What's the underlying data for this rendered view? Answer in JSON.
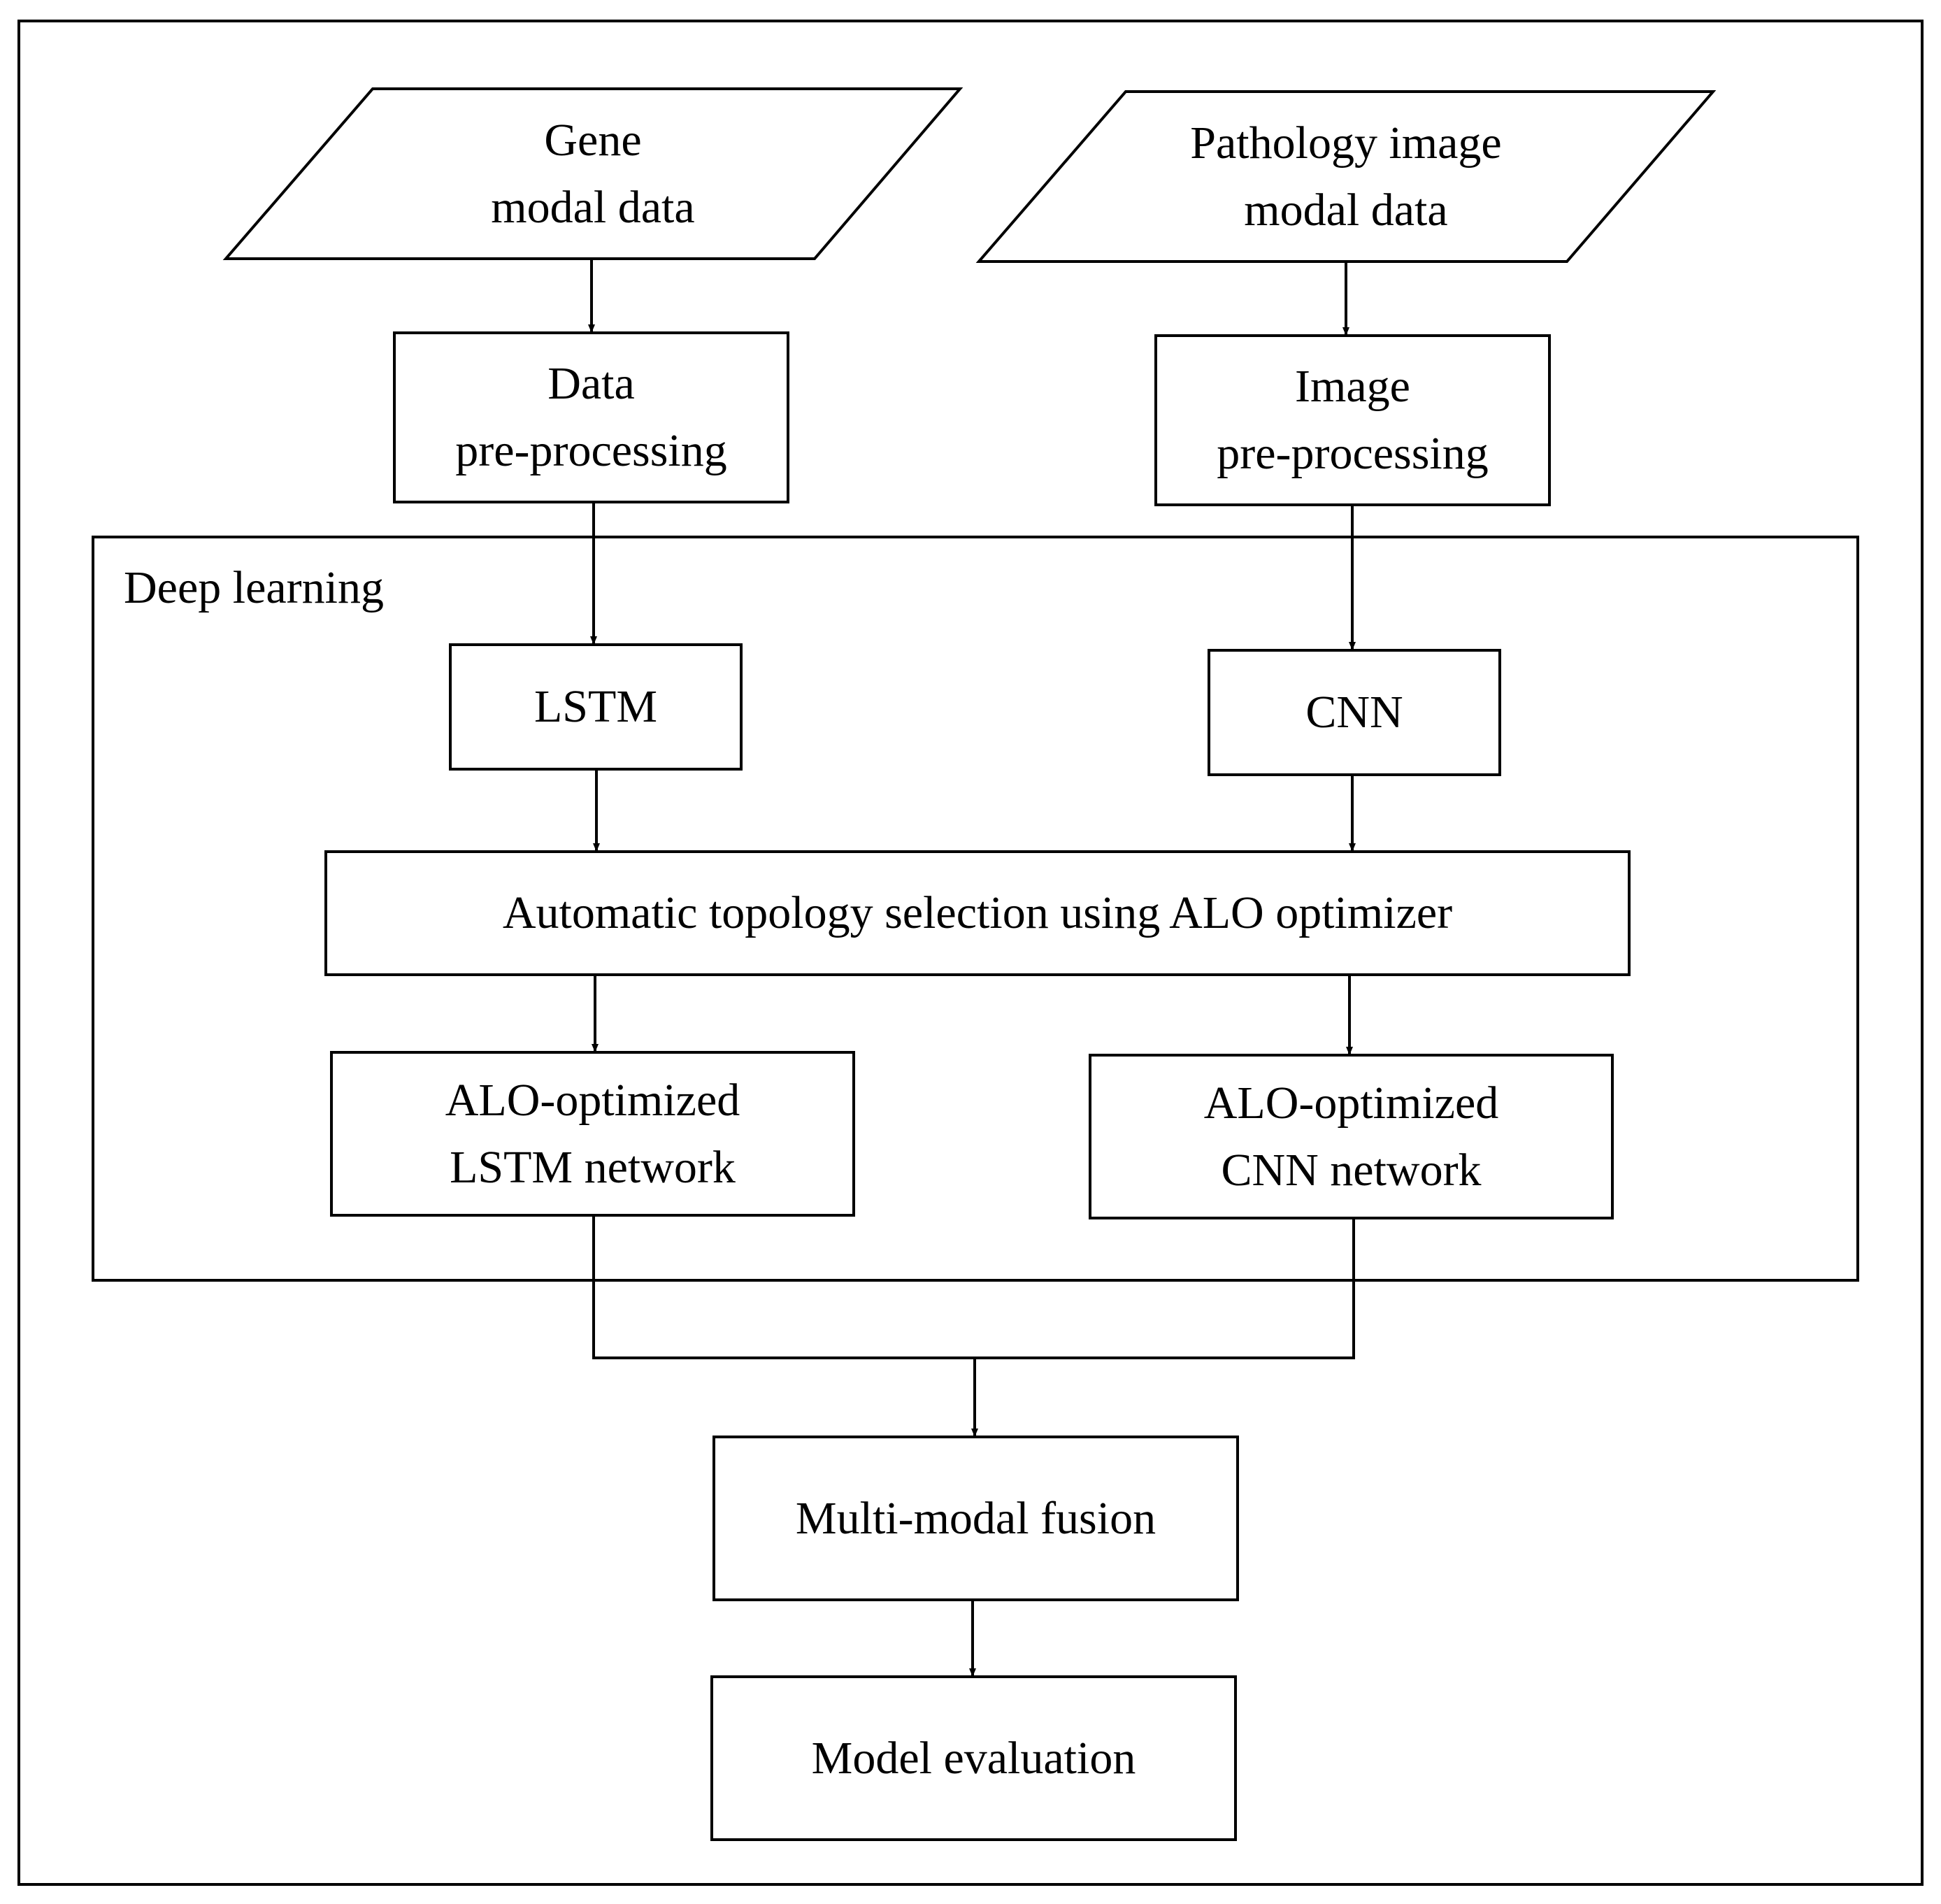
{
  "nodes": {
    "gene_input": {
      "line1": "Gene",
      "line2": "modal data"
    },
    "pathology_input": {
      "line1": "Pathology image",
      "line2": "modal data"
    },
    "data_preprocessing": {
      "line1": "Data",
      "line2": "pre-processing"
    },
    "image_preprocessing": {
      "line1": "Image",
      "line2": "pre-processing"
    },
    "deep_learning_group": {
      "label": "Deep learning"
    },
    "lstm": {
      "label": "LSTM"
    },
    "cnn": {
      "label": "CNN"
    },
    "topology_selection": {
      "label": "Automatic topology selection using ALO optimizer"
    },
    "alo_lstm": {
      "line1": "ALO-optimized",
      "line2": "LSTM network"
    },
    "alo_cnn": {
      "line1": "ALO-optimized",
      "line2": "CNN network"
    },
    "fusion": {
      "label": "Multi-modal fusion"
    },
    "evaluation": {
      "label": "Model evaluation"
    }
  },
  "colors": {
    "stroke": "#000000",
    "background": "#ffffff"
  }
}
